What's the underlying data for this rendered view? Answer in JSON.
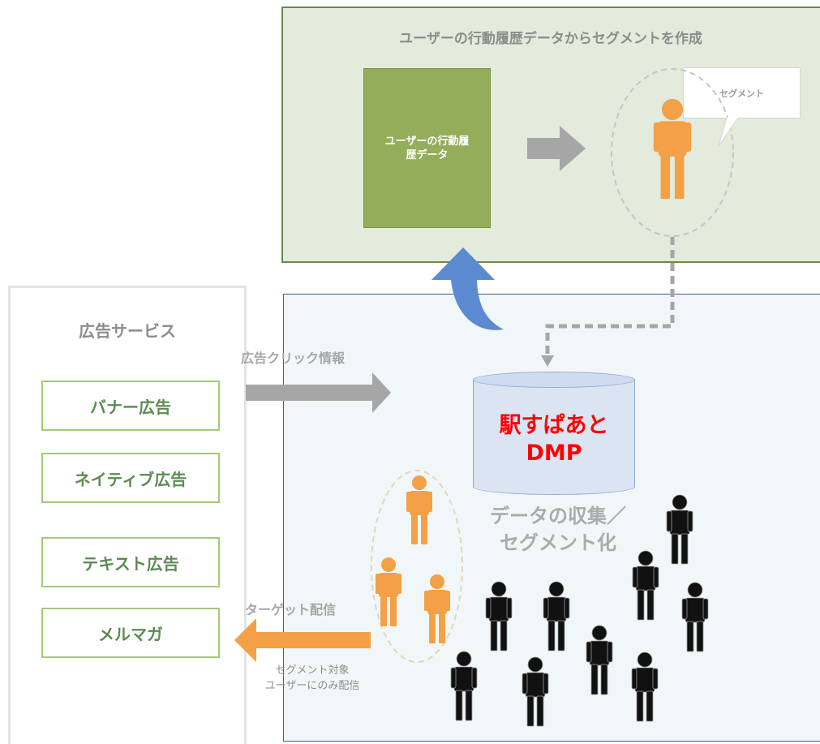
{
  "top_section": {
    "title": "ユーザーの行動履歴データからセグメントを作成",
    "history_box_label": "ユーザーの行動履\n歴データ",
    "bubble_label": "セグメント"
  },
  "ad_service": {
    "title": "広告サービス",
    "items": [
      {
        "label": "バナー広告"
      },
      {
        "label": "ネイティブ広告"
      },
      {
        "label": "テキスト広告"
      },
      {
        "label": "メルマガ"
      }
    ]
  },
  "flows": {
    "ad_click_label": "広告クリック情報",
    "target_delivery_label": "ターゲット配信",
    "target_note_line1": "セグメント対象",
    "target_note_line2": "ユーザーにのみ配信"
  },
  "dmp": {
    "line1": "駅すぱあと",
    "line2": "DMP",
    "collect_line1": "データの収集／",
    "collect_line2": "セグメント化"
  },
  "colors": {
    "orange": "#f4a046",
    "green_box": "#94ad5a",
    "blue_arrow": "#5b8ad0",
    "gray_arrow": "#a6a6a6",
    "dmp_text": "#ff0000"
  },
  "icons": {
    "segment_person": "person-icon",
    "crowd_person": "person-icon"
  }
}
